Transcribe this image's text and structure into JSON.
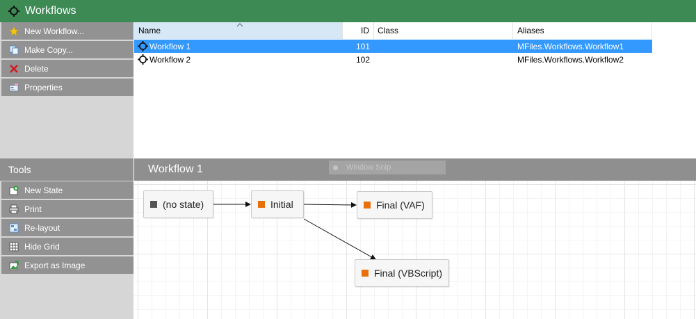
{
  "app": {
    "title": "Workflows"
  },
  "actions": [
    {
      "label": "New Workflow...",
      "icon": "star-icon"
    },
    {
      "label": "Make Copy...",
      "icon": "copy-icon"
    },
    {
      "label": "Delete",
      "icon": "delete-x-icon"
    },
    {
      "label": "Properties",
      "icon": "properties-icon"
    }
  ],
  "tools": {
    "header": "Tools",
    "items": [
      {
        "label": "New State",
        "icon": "new-state-icon"
      },
      {
        "label": "Print",
        "icon": "printer-icon"
      },
      {
        "label": "Re-layout",
        "icon": "relayout-icon"
      },
      {
        "label": "Hide Grid",
        "icon": "grid-icon"
      },
      {
        "label": "Export as Image",
        "icon": "export-image-icon"
      }
    ]
  },
  "list": {
    "columns": {
      "name": "Name",
      "id": "ID",
      "class": "Class",
      "aliases": "Aliases"
    },
    "sort_indicator": "^",
    "rows": [
      {
        "name": "Workflow 1",
        "id": "101",
        "class": "",
        "aliases": "MFiles.Workflows.Workflow1",
        "selected": true
      },
      {
        "name": "Workflow 2",
        "id": "102",
        "class": "",
        "aliases": "MFiles.Workflows.Workflow2",
        "selected": false
      }
    ]
  },
  "diagram": {
    "title": "Workflow 1",
    "overlay_text": "Window Snip",
    "states": [
      {
        "label": "(no state)",
        "marker_color": "#555555"
      },
      {
        "label": "Initial",
        "marker_color": "#e8700a"
      },
      {
        "label": "Final (VAF)",
        "marker_color": "#e8700a"
      },
      {
        "label": "Final (VBScript)",
        "marker_color": "#e8700a"
      }
    ]
  },
  "colors": {
    "titlebar": "#3d8a55",
    "side_button": "#929292",
    "selection": "#3399ff",
    "state_marker": "#e8700a"
  }
}
